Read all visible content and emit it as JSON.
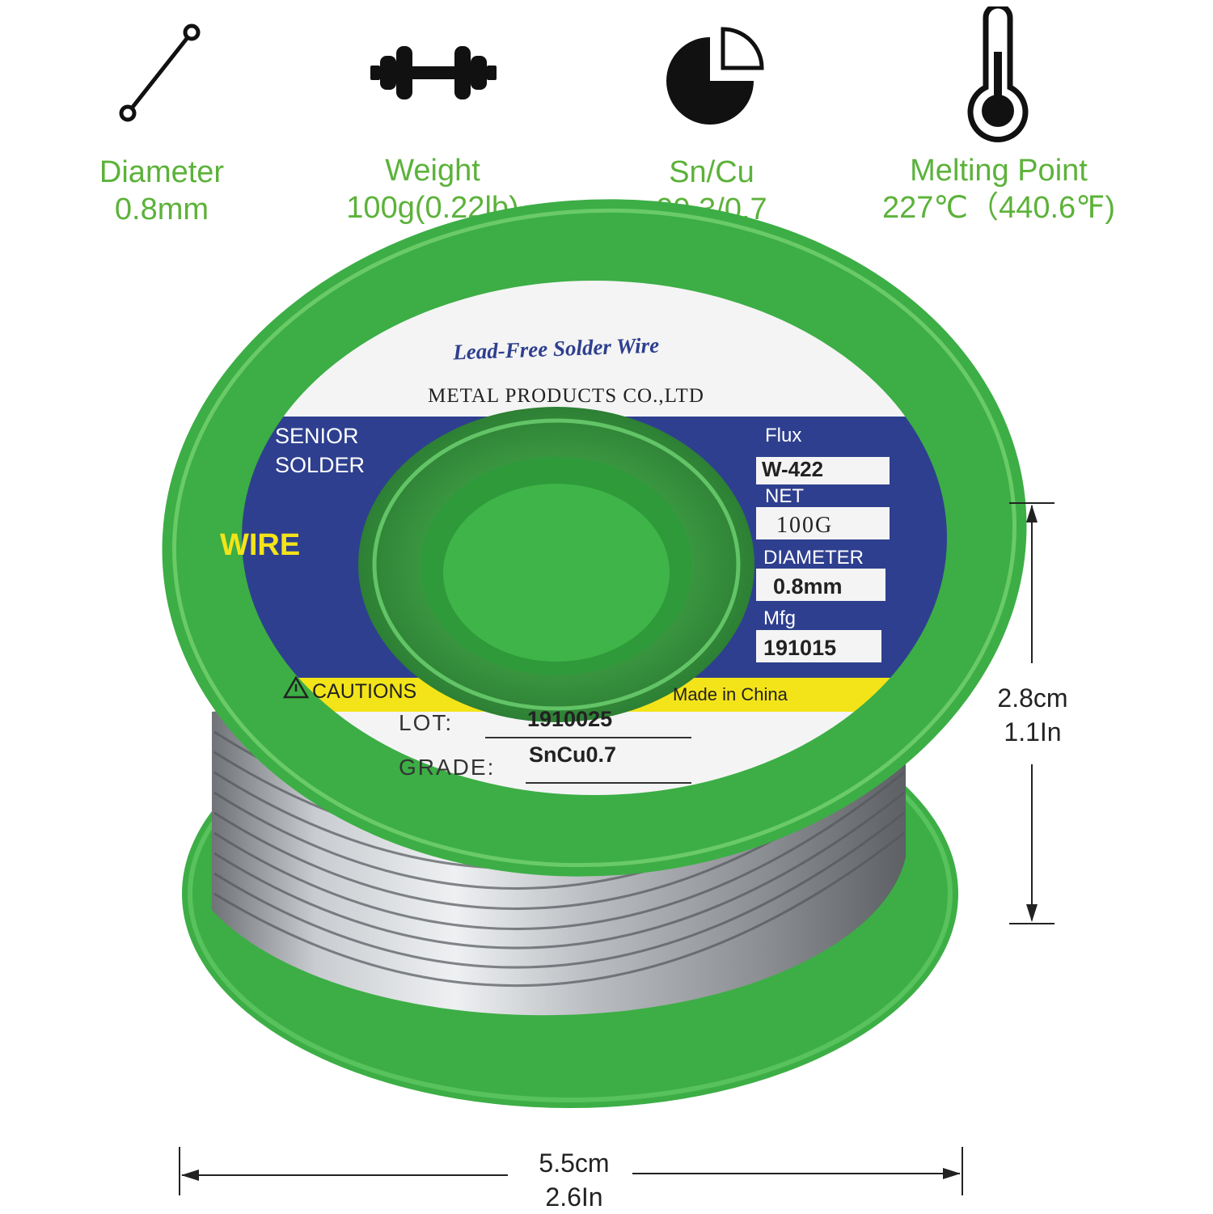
{
  "specs": [
    {
      "icon": "diameter-icon",
      "label": "Diameter",
      "value": "0.8mm"
    },
    {
      "icon": "weight-dumbbell-icon",
      "label": "Weight",
      "value": "100g(0.22lb)"
    },
    {
      "icon": "pie-chart-icon",
      "label": "Sn/Cu",
      "value": "99.3/0.7"
    },
    {
      "icon": "thermometer-icon",
      "label": "Melting Point",
      "value": "227℃（440.6℉)"
    }
  ],
  "colors": {
    "spec_green": "#5cb23a",
    "spool_green": "#3fae3f",
    "label_blue": "#2e3f8f",
    "caution_yellow": "#f3e419"
  },
  "spool_label": {
    "script_title": "Lead-Free Solder Wire",
    "company": "METAL PRODUCTS CO.,LTD",
    "left_line1": "SENIOR",
    "left_line2": "SOLDER",
    "wire": "WIRE",
    "flux_label": "Flux",
    "flux_value": "W-422",
    "net_label": "NET",
    "net_value": "100G",
    "diameter_label": "DIAMETER",
    "diameter_value": "0.8mm",
    "mfg_label": "Mfg",
    "mfg_value": "191015",
    "cautions": "CAUTIONS",
    "made_in": "Made in China",
    "lot_label": "LOT:",
    "lot_value": "1910025",
    "grade_label": "GRADE:",
    "grade_value": "SnCu0.7"
  },
  "dimensions": {
    "height_cm": "2.8cm",
    "height_in": "1.1In",
    "width_cm": "5.5cm",
    "width_in": "2.6In"
  }
}
